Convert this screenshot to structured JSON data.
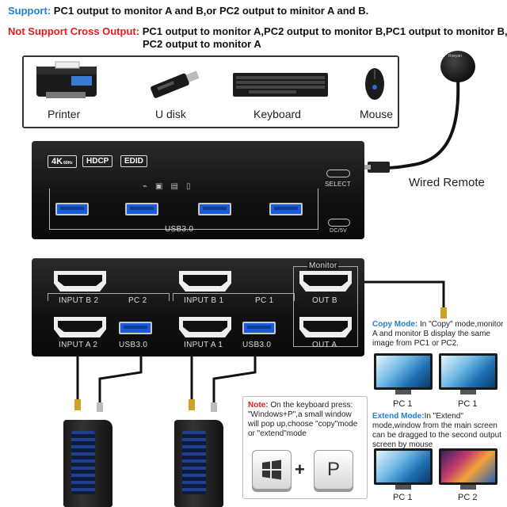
{
  "support": {
    "label": "Support:",
    "text": " PC1 output to monitor A and B,or PC2 output to minitor A and B."
  },
  "not_support": {
    "label": "Not Support Cross Output:",
    "text_line1": " PC1 output to monitor A,PC2 output to monitor B,PC1 output to monitor B,",
    "text_line2": "PC2 output to monitor A"
  },
  "peripherals": [
    "Printer",
    "U disk",
    "Keyboard",
    "Mouse"
  ],
  "remote_label": "Wired Remote",
  "remote_logo": "Rxeyan",
  "front_panel": {
    "badges": [
      "4K",
      "HDCP",
      "EDID"
    ],
    "badge_4k_sub": "60Hz",
    "usb_label": "USB3.0",
    "select_label": "SELECT",
    "dc_label": "DC/5V"
  },
  "back_panel": {
    "input_b2": "INPUT B 2",
    "pc2": "PC 2",
    "input_a2": "INPUT A 2",
    "usb_a": "USB3.0",
    "input_b1": "INPUT B 1",
    "pc1": "PC 1",
    "input_a1": "INPUT A 1",
    "usb_b": "USB3.0",
    "monitor": "Monitor",
    "out_b": "OUT B",
    "out_a": "OUT A"
  },
  "note": {
    "label": "Note:",
    "text": " On the keyboard press: \"Windows+P\",a small window will pop up,choose \"copy\"mode or \"extend\"mode",
    "plus": "+",
    "key_p": "P"
  },
  "copy_mode": {
    "label": "Copy Mode:",
    "text": " In \"Copy\" mode,monitor A and monitor B display the same image from PC1 or PC2.",
    "pc_left": "PC 1",
    "pc_right": "PC 1"
  },
  "extend_mode": {
    "label": "Extend Mode:",
    "text": "In \"Extend\" mode,window from the main screen can be dragged to the second output screen by mouse",
    "pc_left": "PC 1",
    "pc_right": "PC 2"
  },
  "colors": {
    "support_blue": "#1e7fd6",
    "not_support_red": "#e01c1c",
    "usb_blue": "#1b5bd6"
  }
}
